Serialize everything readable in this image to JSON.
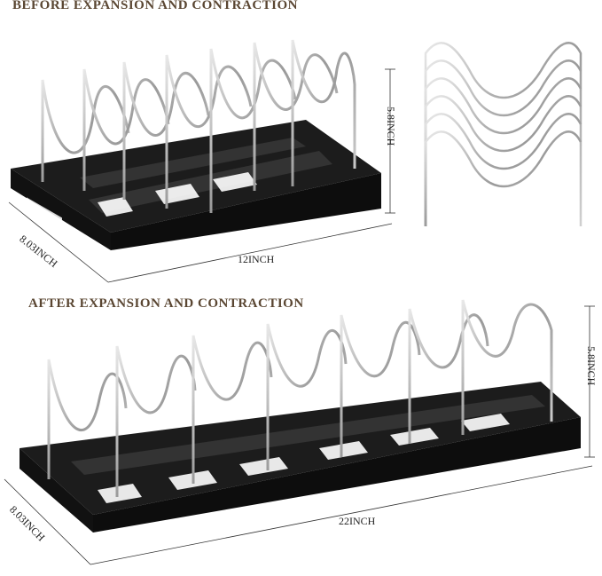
{
  "headings": {
    "before": "BEFORE EXPANSION AND CONTRACTION",
    "after": "AFTER EXPANSION AND CONTRACTION"
  },
  "dimensions": {
    "before_height": "5.8INCH",
    "before_depth": "8.03INCH",
    "before_width": "12INCH",
    "after_height": "5.8INCH",
    "after_depth": "8.03INCH",
    "after_width": "22INCH"
  },
  "colors": {
    "heading": "#5a4632",
    "rack_black": "#141414",
    "wire_silver": "#b9b9b9"
  }
}
